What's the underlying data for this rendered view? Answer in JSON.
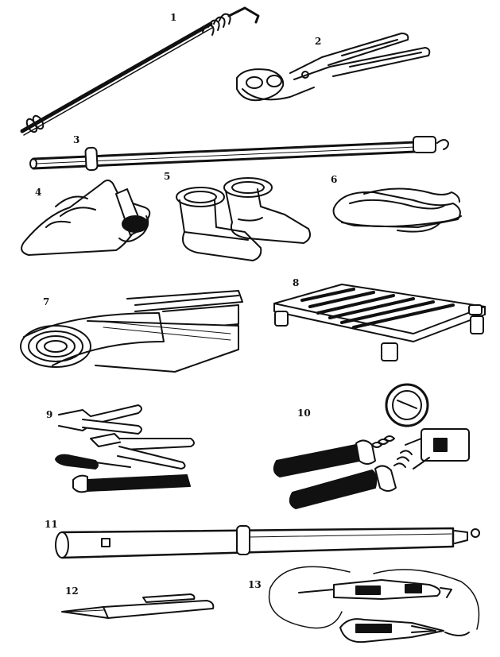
{
  "labels": {
    "n1": "1",
    "n2": "2",
    "n3": "3",
    "n4": "4",
    "n5": "5",
    "n6": "6",
    "n7": "7",
    "n8": "8",
    "n9": "9",
    "n10": "10",
    "n11": "11",
    "n12": "12",
    "n13": "13"
  },
  "colors": {
    "ink": "#111111",
    "paper": "#ffffff"
  }
}
